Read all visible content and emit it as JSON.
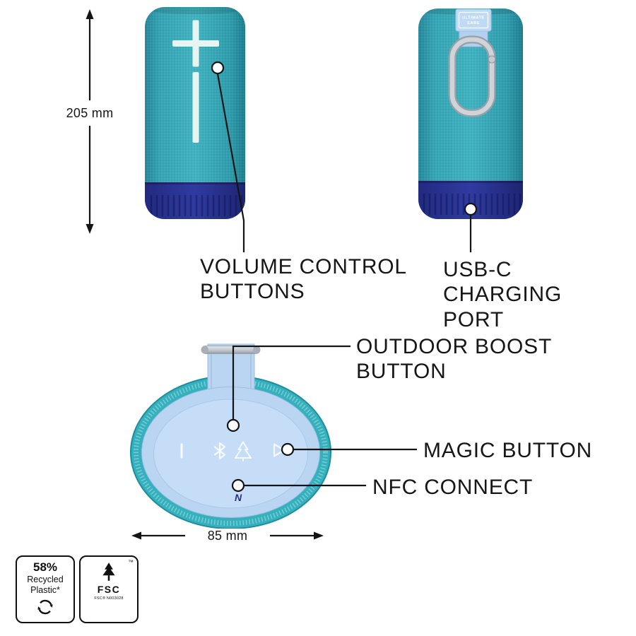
{
  "dimensions": {
    "height_label": "205 mm",
    "width_label": "85 mm"
  },
  "callouts": {
    "volume": "VOLUME CONTROL BUTTONS",
    "usb": "USB-C CHARGING PORT",
    "outdoor_boost": "OUTDOOR BOOST BUTTON",
    "magic": "MAGIC BUTTON",
    "nfc": "NFC CONNECT"
  },
  "speaker": {
    "brand_line1": "ULTIMATE",
    "brand_line2": "EARS"
  },
  "icons": {
    "nfc_glyph": "N"
  },
  "badges": {
    "recycled": {
      "percent": "58%",
      "line1": "Recycled",
      "line2": "Plastic*"
    },
    "fsc": {
      "name": "FSC",
      "cert": "FSC® N003028",
      "trademark": "™"
    }
  },
  "colors": {
    "teal": "#3AAEBC",
    "navy": "#2A339A",
    "light_blue": "#BDD7F3",
    "line": "#141414"
  }
}
